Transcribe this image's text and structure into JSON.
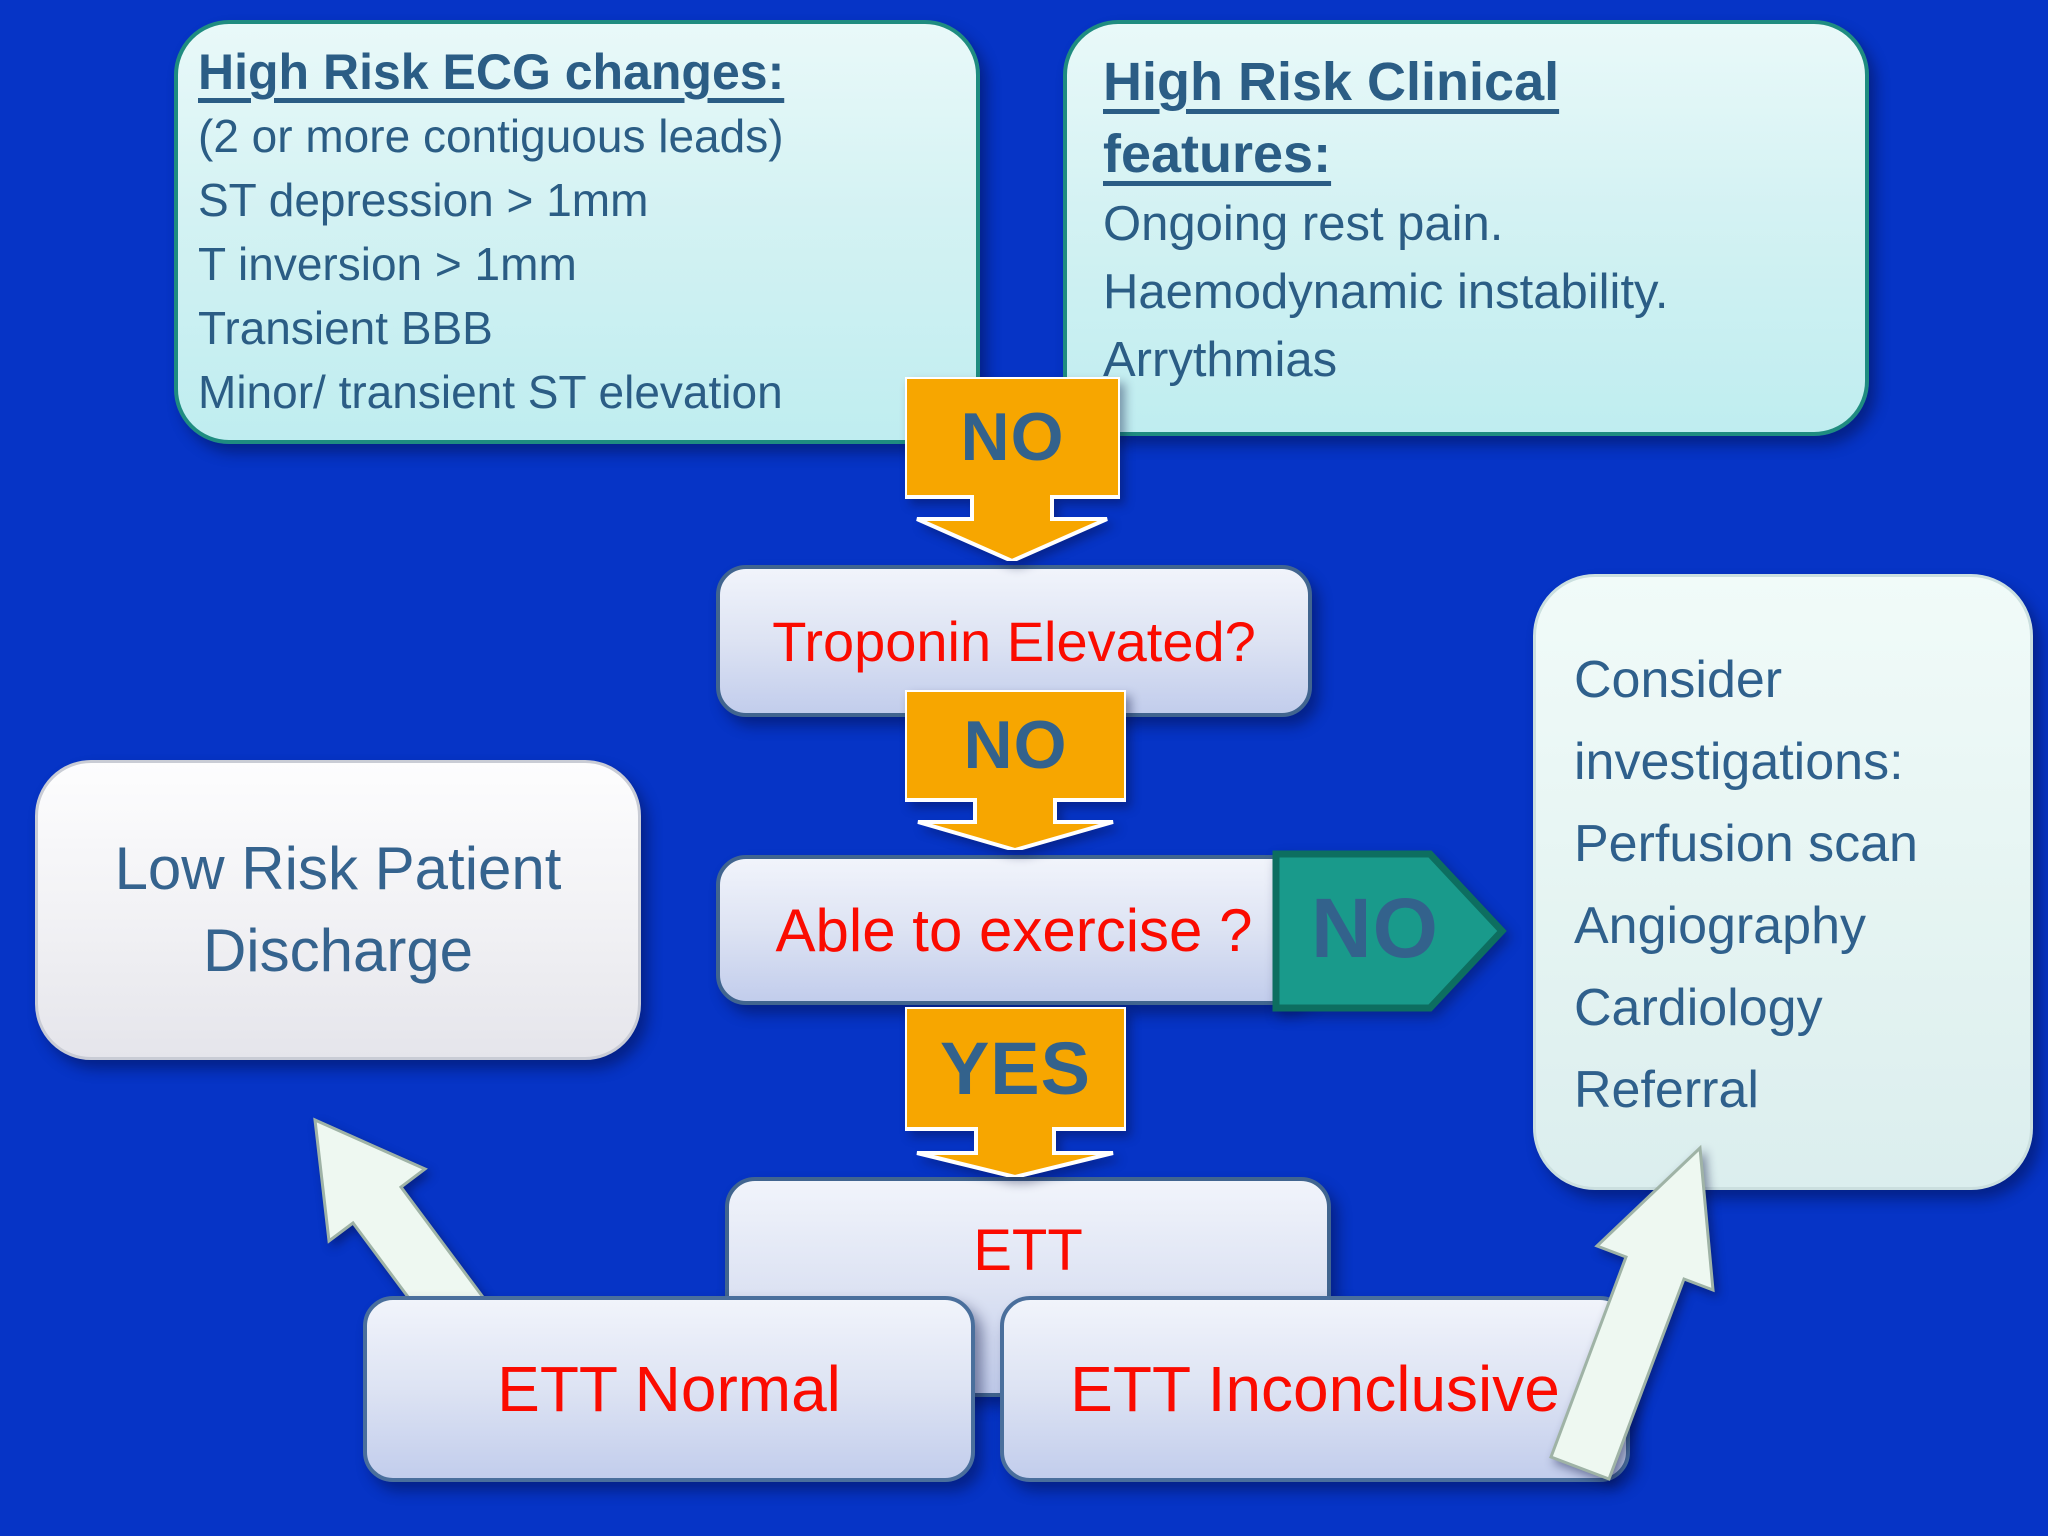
{
  "ecg": {
    "title": "High Risk ECG changes:",
    "lines": [
      "(2 or more contiguous leads)",
      "ST depression > 1mm",
      "T inversion > 1mm",
      "Transient BBB",
      "Minor/ transient ST elevation"
    ]
  },
  "clinical": {
    "title_lines": [
      "High Risk Clinical",
      "features:"
    ],
    "lines": [
      "Ongoing rest pain.",
      "Haemodynamic instability.",
      "Arrythmias"
    ]
  },
  "troponin": {
    "question": "Troponin Elevated?"
  },
  "exercise": {
    "question": "Able to exercise ?"
  },
  "low_risk": {
    "lines": [
      "Low Risk Patient",
      "Discharge"
    ]
  },
  "consider": {
    "lines": [
      "Consider",
      "investigations:",
      "Perfusion scan",
      "Angiography",
      "Cardiology",
      "Referral"
    ]
  },
  "ett": {
    "label": "ETT"
  },
  "ett_normal": {
    "label": "ETT Normal"
  },
  "ett_inconclusive": {
    "label": "ETT Inconclusive"
  },
  "arrows": {
    "no1": "NO",
    "no2": "NO",
    "yes": "YES",
    "no_right": "NO"
  },
  "colors": {
    "background": "#0634c6",
    "cyan_box_fill_top": "#e9f9f9",
    "cyan_box_fill_bottom": "#bfedf0",
    "cyan_box_border": "#1f8c80",
    "lavender_box_fill_top": "#f1f4fb",
    "lavender_box_fill_bottom": "#c2cdec",
    "lavender_box_border": "#41658f",
    "white_box_fill": "#f5f5f8",
    "consider_box_fill": "#e8f6f4",
    "orange_arrow": "#f7a600",
    "teal_arrow_fill": "#199a8b",
    "teal_arrow_border": "#0d6e60",
    "red_text": "#fb0b00",
    "dark_blue_text": "#2b5d85",
    "arrow_label_text": "#33628c",
    "white_arrow_fill": "#eef8f1"
  }
}
